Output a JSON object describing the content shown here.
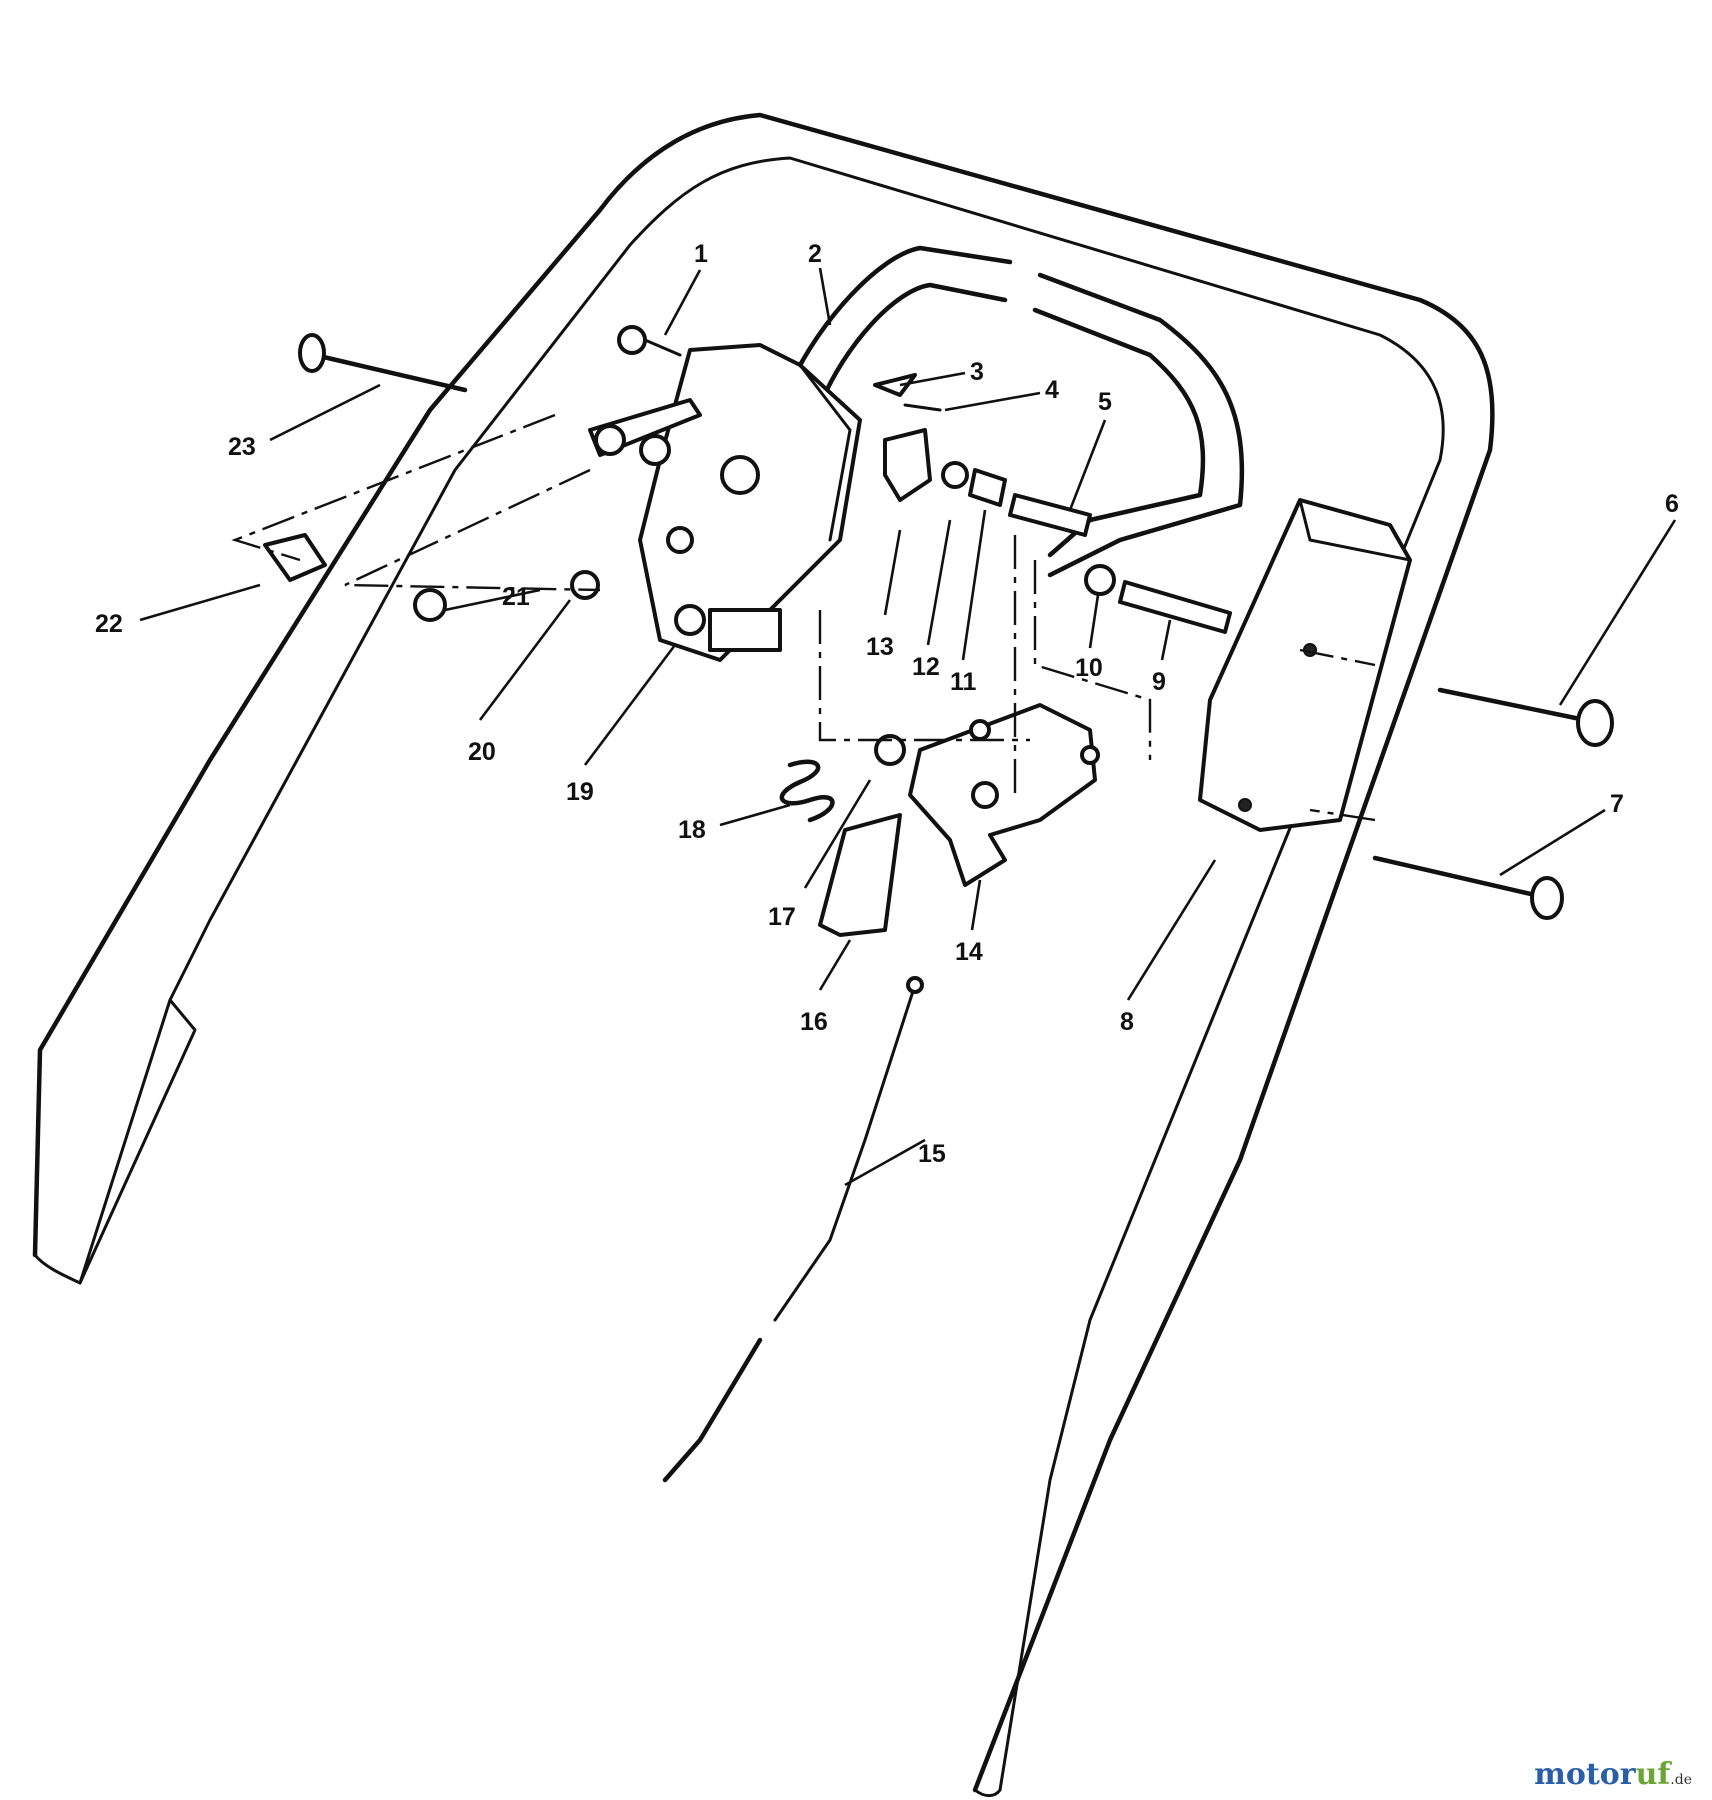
{
  "callouts": [
    {
      "id": "1",
      "label": "1"
    },
    {
      "id": "2",
      "label": "2"
    },
    {
      "id": "3",
      "label": "3"
    },
    {
      "id": "4",
      "label": "4"
    },
    {
      "id": "5",
      "label": "5"
    },
    {
      "id": "6",
      "label": "6"
    },
    {
      "id": "7",
      "label": "7"
    },
    {
      "id": "8",
      "label": "8"
    },
    {
      "id": "9",
      "label": "9"
    },
    {
      "id": "10",
      "label": "10"
    },
    {
      "id": "11",
      "label": "11"
    },
    {
      "id": "12",
      "label": "12"
    },
    {
      "id": "13",
      "label": "13"
    },
    {
      "id": "14",
      "label": "14"
    },
    {
      "id": "15",
      "label": "15"
    },
    {
      "id": "16",
      "label": "16"
    },
    {
      "id": "17",
      "label": "17"
    },
    {
      "id": "18",
      "label": "18"
    },
    {
      "id": "19",
      "label": "19"
    },
    {
      "id": "20",
      "label": "20"
    },
    {
      "id": "21",
      "label": "21"
    },
    {
      "id": "22",
      "label": "22"
    },
    {
      "id": "23",
      "label": "23"
    }
  ],
  "watermark": {
    "part1": "motor",
    "part2": "uf",
    "suffix": ".de"
  }
}
